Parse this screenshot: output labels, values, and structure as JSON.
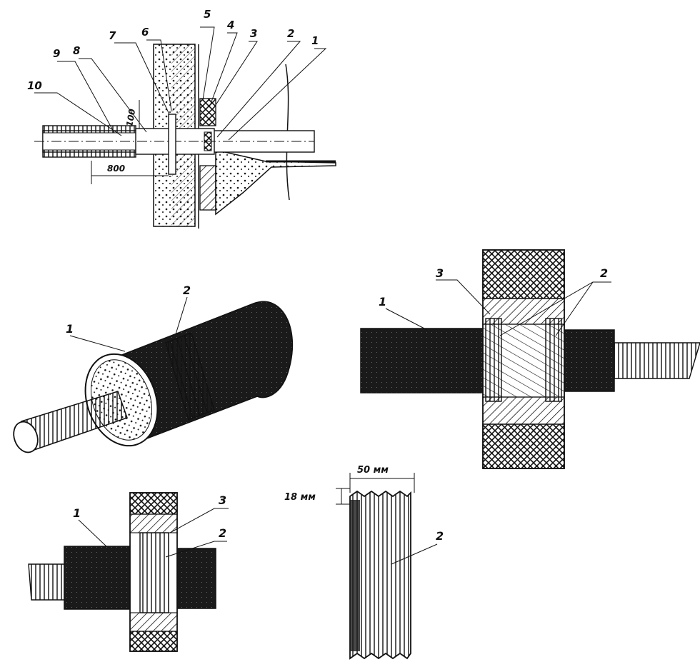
{
  "figure_top": {
    "callouts": [
      "1",
      "2",
      "3",
      "4",
      "5",
      "6",
      "7",
      "8",
      "9",
      "10"
    ],
    "dims": [
      "100",
      "800"
    ]
  },
  "figure_iso": {
    "callouts": [
      "1",
      "2"
    ]
  },
  "figure_right": {
    "callouts": [
      "1",
      "2",
      "3"
    ]
  },
  "figure_bottom_left": {
    "callouts": [
      "1",
      "2",
      "3"
    ]
  },
  "figure_strip": {
    "dims": [
      "50 мм",
      "18 мм"
    ],
    "callouts": [
      "2"
    ]
  },
  "colors": {
    "ink": "#111111",
    "paper": "#ffffff",
    "sleeve_fill": "#1a1a1a"
  }
}
